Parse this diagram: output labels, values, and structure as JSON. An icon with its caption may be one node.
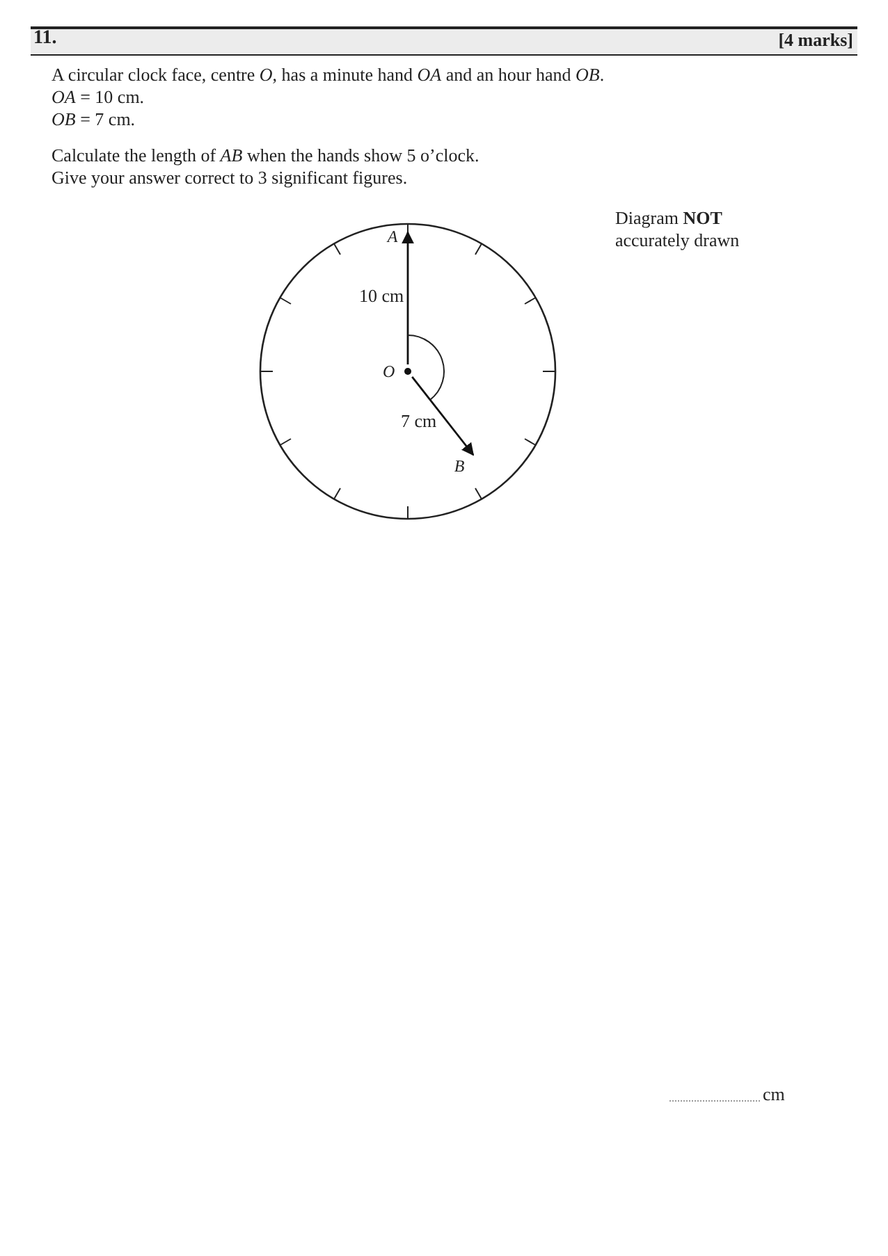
{
  "diagram": {
    "title": "11.",
    "nodes": [
      {
        "text": [
          "O"
        ]
      },
      {
        "text": [
          "A"
        ]
      },
      {
        "text": [
          "B"
        ]
      }
    ],
    "edges": [
      {
        "from": 0,
        "to": 1,
        "arrow": "to",
        "label": "10 cm"
      },
      {
        "from": 0,
        "to": 2,
        "arrow": "to",
        "label": "7 cm"
      }
    ],
    "labels": [
      "[4 marks]",
      "A circular clock face, centre *O*, has a minute hand *OA* and an hour hand *OB*.",
      "*OA* = 10 cm.",
      "*OB* = 7 cm.",
      "Calculate the length of *AB* when the hands show 5 o’clock.",
      "Give your answer correct to 3 significant figures.",
      "Diagram **NOT** accurately drawn",
      "cm"
    ]
  }
}
